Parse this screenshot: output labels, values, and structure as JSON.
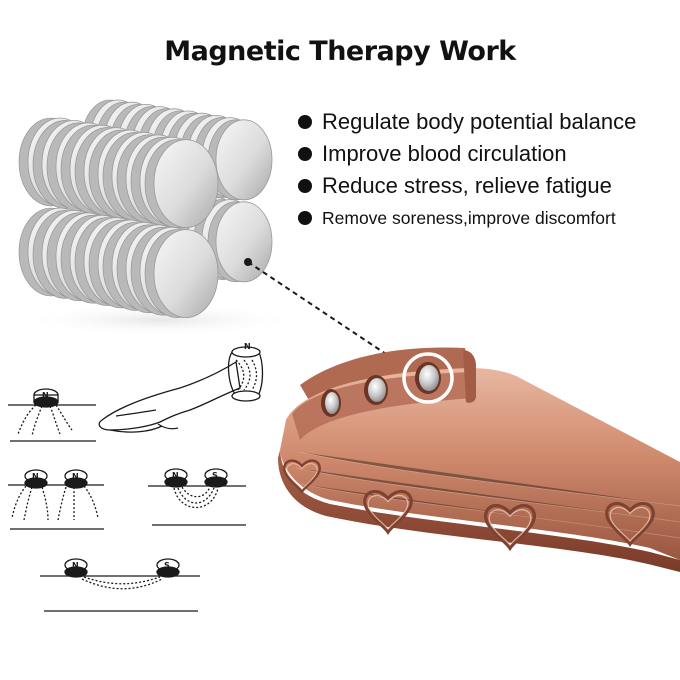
{
  "title": "Magnetic Therapy Work",
  "benefits": [
    "Regulate body potential balance",
    "Improve blood circulation",
    "Reduce stress, relieve fatigue",
    "Remove soreness,improve discomfort"
  ],
  "colors": {
    "text": "#111111",
    "copper_light": "#e2ab94",
    "copper_mid": "#c98064",
    "copper_dark": "#8f4a35",
    "magnet_silver": "#d7d7d7",
    "background": "#ffffff"
  },
  "diagram_pole_labels": [
    "N",
    "S"
  ],
  "icons": [
    "magnet-stack-image",
    "copper-bracelet-image",
    "heart-engraving-icon",
    "magnet-field-diagram"
  ]
}
